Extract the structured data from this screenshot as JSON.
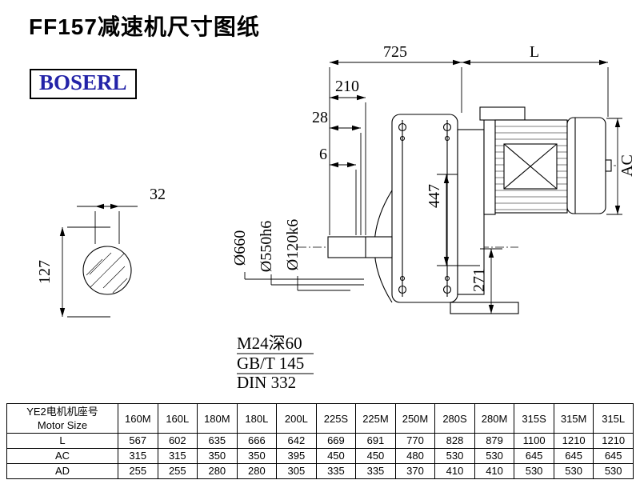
{
  "page": {
    "title": "FF157减速机尺寸图纸",
    "logo": "BOSERL"
  },
  "drawing": {
    "dims": {
      "d725": "725",
      "dL": "L",
      "d210": "210",
      "d28": "28",
      "d6": "6",
      "d32": "32",
      "d127": "127",
      "d447": "447",
      "d271": "271",
      "dAC": "AC",
      "dia660": "Ø660",
      "dia550": "Ø550h6",
      "dia120": "Ø120k6"
    },
    "notes": [
      "M24深60",
      "GB/T 145",
      "DIN 332"
    ]
  },
  "table": {
    "header_col": [
      "YE2电机机座号",
      "Motor Size"
    ],
    "columns": [
      "160M",
      "160L",
      "180M",
      "180L",
      "200L",
      "225S",
      "225M",
      "250M",
      "280S",
      "280M",
      "315S",
      "315M",
      "315L"
    ],
    "rows": [
      {
        "label": "L",
        "values": [
          567,
          602,
          635,
          666,
          642,
          669,
          691,
          770,
          828,
          879,
          1100,
          1210,
          1210
        ]
      },
      {
        "label": "AC",
        "values": [
          315,
          315,
          350,
          350,
          395,
          450,
          450,
          480,
          530,
          530,
          645,
          645,
          645
        ]
      },
      {
        "label": "AD",
        "values": [
          255,
          255,
          280,
          280,
          305,
          335,
          335,
          370,
          410,
          410,
          530,
          530,
          530
        ]
      }
    ]
  }
}
